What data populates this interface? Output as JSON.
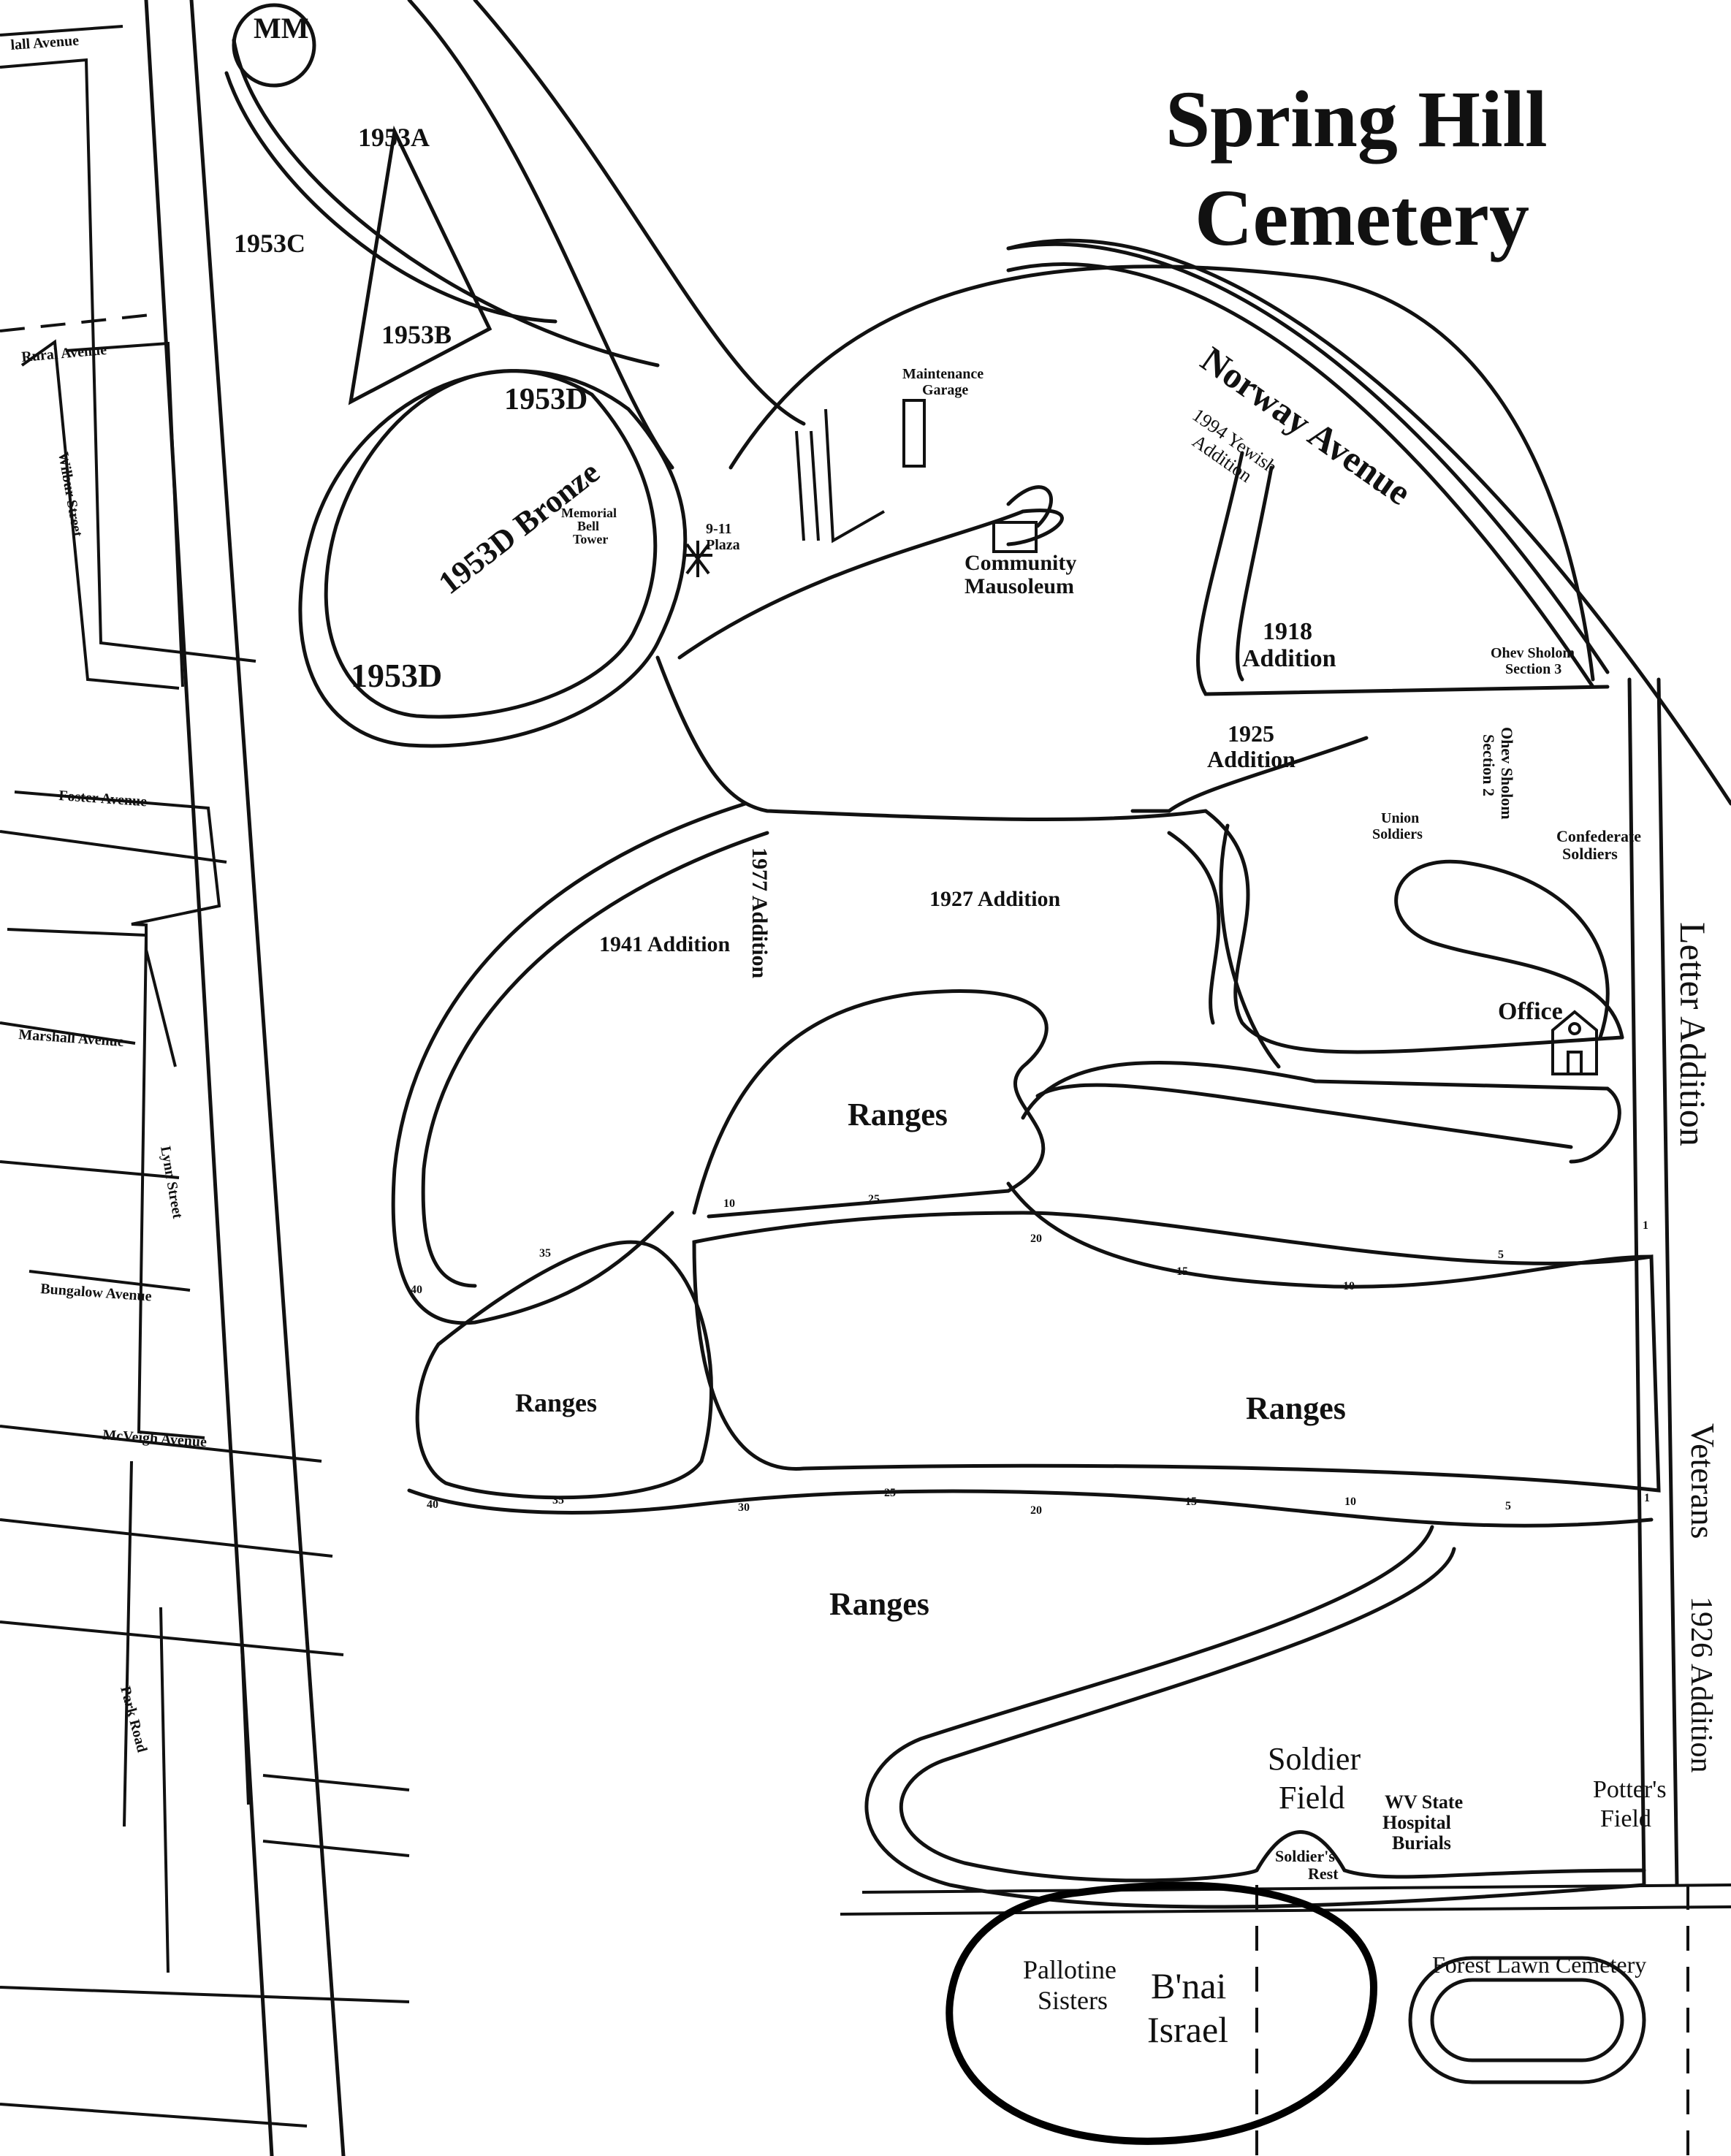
{
  "title_line1": "Spring Hill",
  "title_line2": "Cemetery",
  "marker_mm": "MM",
  "sections": {
    "s1953a": "1953A",
    "s1953b": "1953B",
    "s1953c": "1953C",
    "s1953d_top": "1953D",
    "s1953d_bottom": "1953D",
    "s1953d_bronze": "1953D Bronze",
    "memorial_bell_1": "Memorial",
    "memorial_bell_2": "Bell",
    "memorial_bell_3": "Tower",
    "plaza_1": "9-11",
    "plaza_2": "Plaza",
    "garage_1": "Maintenance",
    "garage_2": "Garage",
    "mausoleum_1": "Community",
    "mausoleum_2": "Mausoleum",
    "jewish_1": "1994 Yewish",
    "jewish_2": "Addition",
    "add1918_1": "1918",
    "add1918_2": "Addition",
    "add1925_1": "1925",
    "add1925_2": "Addition",
    "ohev3_1": "Ohev Sholom",
    "ohev3_2": "Section 3",
    "ohev2_1": "Ohev Sholom",
    "ohev2_2": "Section 2",
    "union_1": "Union",
    "union_2": "Soldiers",
    "confed_1": "Confederate",
    "confed_2": "Soldiers",
    "add1927": "1927 Addition",
    "add1977": "1977 Addition",
    "add1941": "1941 Addition",
    "office": "Office",
    "ranges_1": "Ranges",
    "ranges_2": "Ranges",
    "ranges_3": "Ranges",
    "ranges_4": "Ranges",
    "soldier_field_1": "Soldier",
    "soldier_field_2": "Field",
    "soldiers_rest_1": "Soldier's",
    "soldiers_rest_2": "Rest",
    "wv_1": "WV State",
    "wv_2": "Hospital",
    "wv_3": "Burials",
    "potters_1": "Potter's",
    "potters_2": "Field",
    "pallotine_1": "Pallotine",
    "pallotine_2": "Sisters",
    "bnai_1": "B'nai",
    "bnai_2": "Israel",
    "forest_lawn": "Forest Lawn Cemetery",
    "letter_addition": "Letter Addition",
    "veterans": "Veterans",
    "add1926": "1926 Addition"
  },
  "streets": {
    "hall": "lall Avenue",
    "rural": "Rural Avenue",
    "wilbur": "Wilbur Street",
    "foster": "Foster Avenue",
    "marshall": "Marshall Avenue",
    "lynn": "Lynn Street",
    "bungalow": "Bungalow Avenue",
    "mcveigh": "McVeigh Avenue",
    "park": "Park Road",
    "norway": "Norway Avenue"
  },
  "range_markers": {
    "r1_a": "10",
    "r1_b": "25",
    "r1_c": "20",
    "r1_d": "15",
    "r1_e": "10",
    "r1_f": "5",
    "r1_g": "1",
    "r2_a": "40",
    "r2_b": "35",
    "r3_a": "40",
    "r3_b": "35",
    "r3_c": "30",
    "r3_d": "25",
    "r3_e": "20",
    "r3_f": "15",
    "r3_g": "10",
    "r3_h": "5",
    "r3_i": "1"
  }
}
